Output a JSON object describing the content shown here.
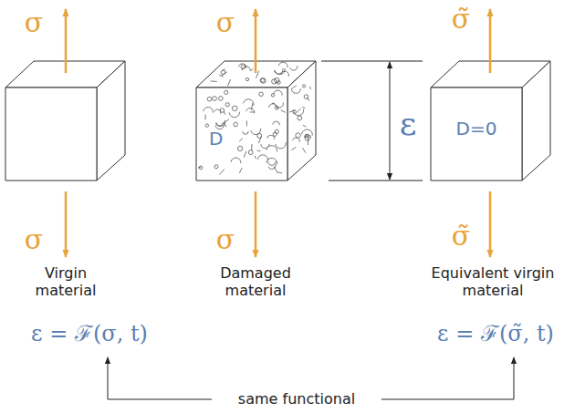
{
  "diagram": {
    "nodes": [
      {
        "text": [
          "D"
        ]
      },
      {
        "text": [
          "D=0"
        ]
      }
    ],
    "labels": [
      "σ",
      "σ",
      "σ̃",
      "ε",
      "σ",
      "σ",
      "σ̃",
      "Virgin material",
      "Damaged material",
      "Equivalent virgin material",
      "ε = ℱ(σ, t)",
      "ε = ℱ(σ̃, t)",
      "same functional"
    ]
  }
}
